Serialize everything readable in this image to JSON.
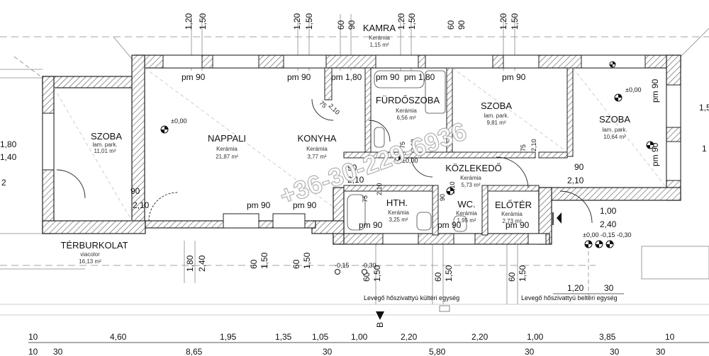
{
  "rooms": [
    {
      "name": "SZOBA",
      "floor": "lam. park.",
      "area": "11,01 m²"
    },
    {
      "name": "NAPPALI",
      "floor": "Kerámia",
      "area": "21,87 m²"
    },
    {
      "name": "KONYHA",
      "floor": "Kerámia",
      "area": "3,77 m²"
    },
    {
      "name": "FÜRDŐSZOBA",
      "floor": "Kerámia",
      "area": "6,56 m²"
    },
    {
      "name": "SZOBA",
      "floor": "lam. park.",
      "area": "9,81 m²"
    },
    {
      "name": "SZOBA",
      "floor": "lam. park.",
      "area": "10,64 m²"
    },
    {
      "name": "KAMRA",
      "floor": "Kerámia",
      "area": "1,15 m²"
    },
    {
      "name": "KÖZLEKEDŐ",
      "floor": "Kerámia",
      "area": "5,73 m²"
    },
    {
      "name": "HTH.",
      "floor": "Kerámia",
      "area": "3,25 m²"
    },
    {
      "name": "WC.",
      "floor": "Kerámia",
      "area": "1,95 m²"
    },
    {
      "name": "ELŐTÉR",
      "floor": "Kerámia",
      "area": "2,73 m²"
    },
    {
      "name": "TÉRBURKOLAT",
      "floor": "viacolor",
      "area": "16,13 m²"
    }
  ],
  "window_labels": [
    "pm 90",
    "pm 90",
    "pm 90",
    "pm 1,80",
    "pm 1,80",
    "pm 90",
    "pm 90",
    "pm 90",
    "pm 90",
    "pm 90",
    "pm 90",
    "pm 90",
    "pm 90"
  ],
  "top_dims": [
    "1,20",
    "1,50",
    "1,20",
    "1,50",
    "60",
    "90",
    "1,20",
    "1,50",
    "60",
    "90",
    "1,20",
    "1,50"
  ],
  "bottom_dims": [
    "1,80",
    "2,40",
    "60",
    "1,50",
    "60",
    "1,50",
    "60",
    "1,50",
    "60",
    "1,50",
    "60",
    "1,50"
  ],
  "door_labels": [
    "75",
    "2,10",
    "90",
    "2,10",
    "75",
    "2,10",
    "90",
    "2,10",
    "75",
    "2,10",
    "75",
    "2,10",
    "90",
    "2,10",
    "90",
    "2,10"
  ],
  "levels": [
    "±0,00",
    "±0,00",
    "±0,00",
    "±0,00",
    "±0,00 -0,15 -0,30",
    "-0,15",
    "-0,30"
  ],
  "right_dims": [
    "1,00",
    "2,40",
    "1,20",
    "30"
  ],
  "left_dims": [
    "1,80",
    "1,40",
    "2"
  ],
  "side_right": [
    "1,5",
    "1"
  ],
  "dim_row1": [
    "10",
    "4,60",
    "1,95",
    "1,35",
    "1,05",
    "1,00",
    "2,20",
    "2,20",
    "1,00",
    "3,85",
    "10"
  ],
  "dim_row2": [
    "10",
    "30",
    "8,65",
    "30",
    "5,80",
    "30",
    "30",
    "30"
  ],
  "notes": [
    "Levegő hőszivattyú kültéri egység",
    "Levegő hőszivattyú beltéri egység"
  ],
  "section_mark": "B",
  "watermark": "+36-30-229-6936"
}
